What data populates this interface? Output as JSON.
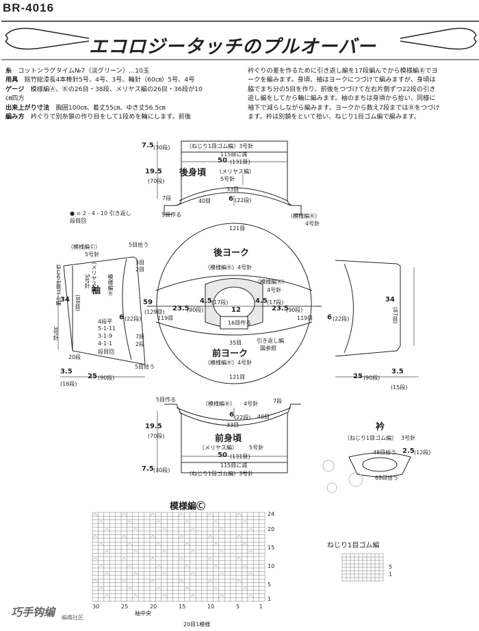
{
  "header": {
    "code": "BR-4016",
    "title": "エコロジータッチのプルオーバー"
  },
  "info_left": [
    {
      "label": "糸",
      "text": "コットンラグタイム№7（淡グリーン）…10玉"
    },
    {
      "label": "用具",
      "text": "銘竹総漆長4本棒針5号、4号、3号、輪針（60㎝）5号、4号"
    },
    {
      "label": "ゲージ",
      "text": "模様編Ⓐ、Ⓑの26目・38段、メリヤス編の26目・36段が10"
    },
    {
      "label": "",
      "text": "㎝四方"
    },
    {
      "label": "出来上がり寸法",
      "text": "胸囲100㎝、着丈55㎝、ゆき丈56.5㎝"
    },
    {
      "label": "編み方",
      "text": "衿ぐりで別糸鎖の作り目をして1段めを輪にします。前後"
    }
  ],
  "info_right": [
    "衿ぐりの差を作るために引き返し編を17段編んでから模様編Ⓑでヨ",
    "ークを編みます。身頃、袖はヨークにつづけて編みますが、身頃は",
    "脇でまち分の5目を作り、前後をつづけて左右片側ずつ22段の引き",
    "返し編をしてから輪に編みます。袖のまちは身頃から拾い、同様に",
    "袖下で減らしながら編みます。ヨークから数え7段まではⒷをつづけ",
    "ます。衿は別鎖をといて拾い、ねじり1目ゴム編で編みます。"
  ],
  "back_body": {
    "title": "後身頃",
    "stitch": "（メリヤス編）",
    "needle": "5号針",
    "rib": "（ねじり1目ゴム編）3号針",
    "dec": "115目に減",
    "width": "50",
    "width_rows": "(131目)",
    "len1": "7.5",
    "len1_rows": "(30段)",
    "len2": "19.5",
    "len2_rows": "(70段)",
    "top_count": "33目",
    "top_rows": "40目",
    "mid": "6",
    "mid_rows": "(22段)",
    "side1": "7段",
    "make": "5目作る",
    "pattern": "（模様編Ⓑ）",
    "pattern_needle": "4号針"
  },
  "back_yoke": {
    "title": "後ヨーク",
    "stitch": "（模様編Ⓑ）4号針",
    "count_top": "121目",
    "pattern_a": "（模様編Ⓐ）",
    "needle_a": "4号針"
  },
  "front_yoke": {
    "title": "前ヨーク",
    "stitch": "（模様編Ⓑ）4号針",
    "count_bottom": "121目",
    "short_rows": "引き返し編",
    "short_rows2": "図参照",
    "count_mid": "35目",
    "count_small": "16目作る"
  },
  "yoke_center": {
    "left_w": "23.5",
    "left_rows": "(90段)",
    "right_w": "23.5",
    "right_rows": "(90段)",
    "left_a": "4.5",
    "left_a_rows": "(17段)",
    "right_a": "4.5",
    "right_a_rows": "(17段)",
    "center": "12",
    "side_119": "119目"
  },
  "sleeve_left": {
    "title": "袖",
    "pattern_c": "（模様編Ⓒ）",
    "needle_c": "5号針",
    "rib_vertical": "ねじり1目ゴム編",
    "rib_needle": "3号針",
    "meriyasu": "（メリヤス編）",
    "meriyasu_needle": "5号針",
    "pattern_b": "模様編Ⓑ",
    "circ": "34",
    "circ_rows": "(88目)",
    "cuff": "59",
    "cuff_rows": "(129目)",
    "dec_note1": "4段平",
    "dec_note2": "5-1-11",
    "dec_note3": "3-1-9",
    "dec_note4": "4-1-1",
    "dec_label": "段目回",
    "cuff_rows_label": "20段",
    "width": "25",
    "width_rows": "(90段)",
    "small": "3.5",
    "small_rows": "(16段)",
    "upper": "5目拾う",
    "r3": "3目",
    "r2": "2目",
    "r7": "7段",
    "r2b": "2段",
    "r5": "5目拾う",
    "six": "6",
    "six_rows": "(22段)"
  },
  "sleeve_right": {
    "circ": "34",
    "circ_rows": "(87目)",
    "width": "25",
    "width_rows": "(90段)",
    "small": "3.5",
    "small_rows": "(15段)",
    "six": "6",
    "six_rows": "(22段)"
  },
  "legend_note": "● = 2 - 4 - 10 引き返し\n段目回",
  "front_body": {
    "title": "前身頃",
    "stitch": "（メリヤス編）",
    "needle": "5号針",
    "rib": "（ねじり1目ゴム編）3号針",
    "dec": "115目に減",
    "width": "50",
    "width_rows": "(131目)",
    "len1": "7.5",
    "len1_rows": "(30段)",
    "len2": "19.5",
    "len2_rows": "(70段)",
    "top_count": "33目",
    "top_rows": "40目",
    "mid": "6",
    "mid_rows": "(22段)",
    "side1": "7段",
    "make": "5目作る",
    "pattern": "（模様編Ⓑ）",
    "pattern_needle": "4号針"
  },
  "collar": {
    "title": "衿",
    "stitch": "（ねじり1目ゴム編）",
    "needle": "3号針",
    "pick_top": "48目拾う",
    "pick_bottom": "68目拾う",
    "depth": "2.5",
    "depth_rows": "(12段)"
  },
  "chart_c": {
    "title": "模様編Ⓒ",
    "row_numbers": [
      "24",
      "20",
      "15",
      "10",
      "5",
      "1"
    ],
    "col_numbers": [
      "30",
      "25",
      "20",
      "15",
      "10",
      "5",
      "1"
    ],
    "footer1": "袖中央",
    "footer2": "20目1模様"
  },
  "chart_rib": {
    "title": "ねじり1目ゴム編",
    "rows": [
      "5",
      "1"
    ]
  },
  "watermark": {
    "text": "巧手钩编",
    "sub": "編織社区"
  }
}
